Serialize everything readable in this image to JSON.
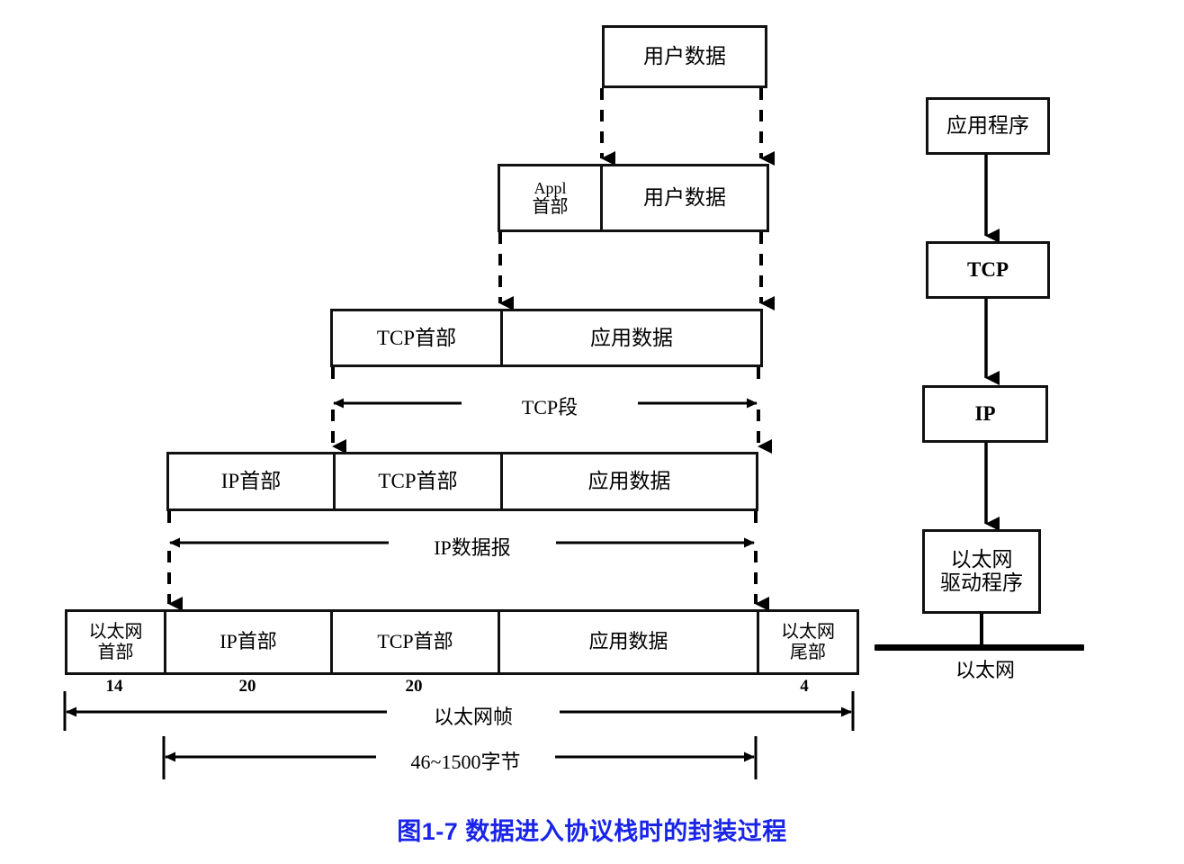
{
  "figure": {
    "caption": "图1-7  数据进入协议栈时的封装过程",
    "caption_color": "#1924e8"
  },
  "encapsulation": {
    "rows": [
      {
        "name": "user-data",
        "cells": [
          {
            "label": "用户数据",
            "size": null
          }
        ]
      },
      {
        "name": "appl-layer",
        "cells": [
          {
            "label": "Appl\n首部",
            "line1": "Appl",
            "line2": "首部",
            "size": null
          },
          {
            "label": "用户数据",
            "size": null
          }
        ]
      },
      {
        "name": "tcp-layer",
        "cells": [
          {
            "label": "TCP首部",
            "size": null
          },
          {
            "label": "应用数据",
            "size": null
          }
        ]
      },
      {
        "name": "ip-layer",
        "cells": [
          {
            "label": "IP首部",
            "size": null
          },
          {
            "label": "TCP首部",
            "size": null
          },
          {
            "label": "应用数据",
            "size": null
          }
        ]
      },
      {
        "name": "ethernet-frame",
        "cells": [
          {
            "line1": "以太网",
            "line2": "首部",
            "size": "14"
          },
          {
            "label": "IP首部",
            "size": "20"
          },
          {
            "label": "TCP首部",
            "size": "20"
          },
          {
            "label": "应用数据",
            "size": null
          },
          {
            "line1": "以太网",
            "line2": "尾部",
            "size": "4"
          }
        ]
      }
    ],
    "span_labels": [
      {
        "name": "tcp-segment",
        "label": "TCP段"
      },
      {
        "name": "ip-datagram",
        "label": "IP数据报"
      },
      {
        "name": "ethernet-frame-span",
        "label": "以太网帧"
      },
      {
        "name": "payload-range",
        "label": "46~1500字节"
      }
    ]
  },
  "protocol_stack": {
    "boxes": [
      {
        "label": "应用程序"
      },
      {
        "label": "TCP"
      },
      {
        "label": "IP"
      },
      {
        "line1": "以太网",
        "line2": "驱动程序"
      }
    ],
    "medium_label": "以太网"
  }
}
